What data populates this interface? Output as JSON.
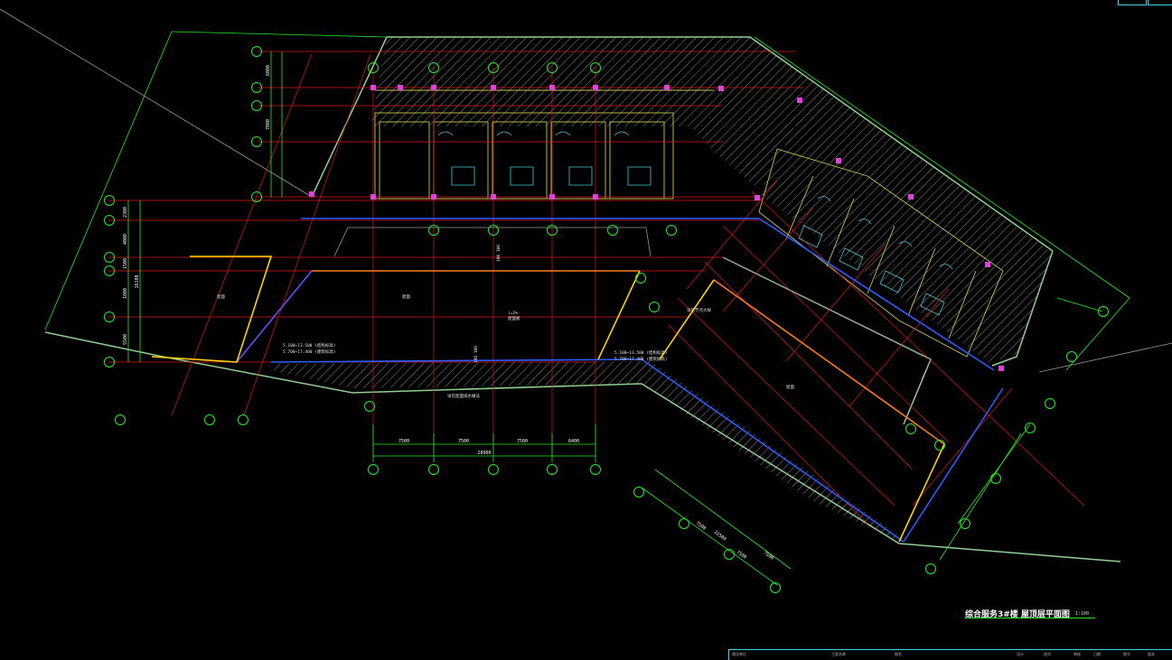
{
  "drawing": {
    "title": "综合服务3#楼 屋顶层平面图",
    "scale": "1:100"
  },
  "colors": {
    "background": "#000000",
    "axis_line": "#e01818",
    "dim_line": "#22ee22",
    "bubble": "#22ee22",
    "wall": "#c9c64a",
    "hatch": "#8a8a8a",
    "parapet": "#8fd08f",
    "slab_edge_blue": "#2a5cff",
    "slab_edge_yellow": "#ffd200",
    "slab_edge_orange": "#ff7a1a",
    "magenta": "#e040e0",
    "cyan": "#40c8e0",
    "titlebar": "#3fd4e0"
  },
  "dimensions": {
    "bottom_row": [
      "7500",
      "7500",
      "7500",
      "6400"
    ],
    "bottom_total": "28900",
    "left_col": [
      "2300",
      "4000",
      "1500",
      "1800",
      "5500"
    ],
    "left_total": "16100",
    "left_top": [
      "6000",
      "7000"
    ],
    "right_wing": [
      "7500",
      "7500",
      "7500"
    ],
    "right_wing_total": "22500"
  },
  "annotations": {
    "elev_a1": "5.100~13.500 (结构标高)",
    "elev_a2": "5.700~17.400 (建筑标高)",
    "elev_b1": "5.100~13.500 (结构标高)",
    "elev_b2": "5.700~17.400 (建筑标高)",
    "roof_left": "屋面",
    "roof_mid": "屋面",
    "roof_right": "屋面",
    "slope_note": "i=2%",
    "drain_note": "详见屋面排水做法",
    "detail_ref": "详见节点大样",
    "mid_label": "屋面板",
    "mid_value": "100 100",
    "center_val": "100 100"
  },
  "title_block": {
    "cells": [
      "建设单位",
      "工程名称",
      "图名",
      "设计",
      "校对",
      "审核",
      "日期",
      "图号",
      "版本"
    ]
  }
}
